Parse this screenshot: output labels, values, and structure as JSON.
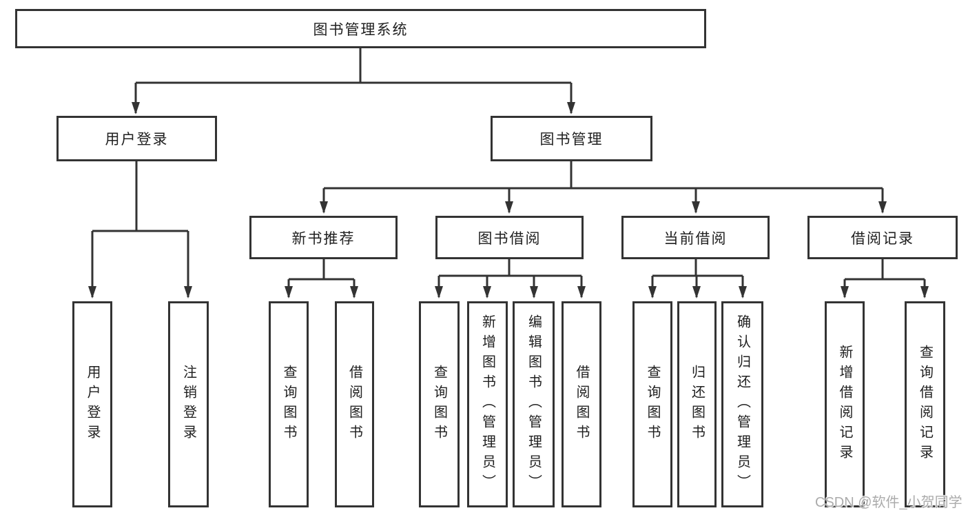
{
  "diagram_title": "图书管理系统",
  "watermark": "CSDN @软件_小贺同学",
  "colors": {
    "line": "#333333",
    "box_border": "#333333",
    "text": "#1f1f1f",
    "background": "#ffffff",
    "watermark": "#ababab"
  },
  "tree": {
    "label": "图书管理系统",
    "children": [
      {
        "label": "用户登录",
        "children": [
          {
            "label": "用户登录"
          },
          {
            "label": "注销登录"
          }
        ]
      },
      {
        "label": "图书管理",
        "children": [
          {
            "label": "新书推荐",
            "children": [
              {
                "label": "查询图书"
              },
              {
                "label": "借阅图书"
              }
            ]
          },
          {
            "label": "图书借阅",
            "children": [
              {
                "label": "查询图书"
              },
              {
                "label": "新增图书（管理员）"
              },
              {
                "label": "编辑图书（管理员）"
              },
              {
                "label": "借阅图书"
              }
            ]
          },
          {
            "label": "当前借阅",
            "children": [
              {
                "label": "查询图书"
              },
              {
                "label": "归还图书"
              },
              {
                "label": "确认归还（管理员）"
              }
            ]
          },
          {
            "label": "借阅记录",
            "children": [
              {
                "label": "新增借阅记录"
              },
              {
                "label": "查询借阅记录"
              }
            ]
          }
        ]
      }
    ]
  }
}
